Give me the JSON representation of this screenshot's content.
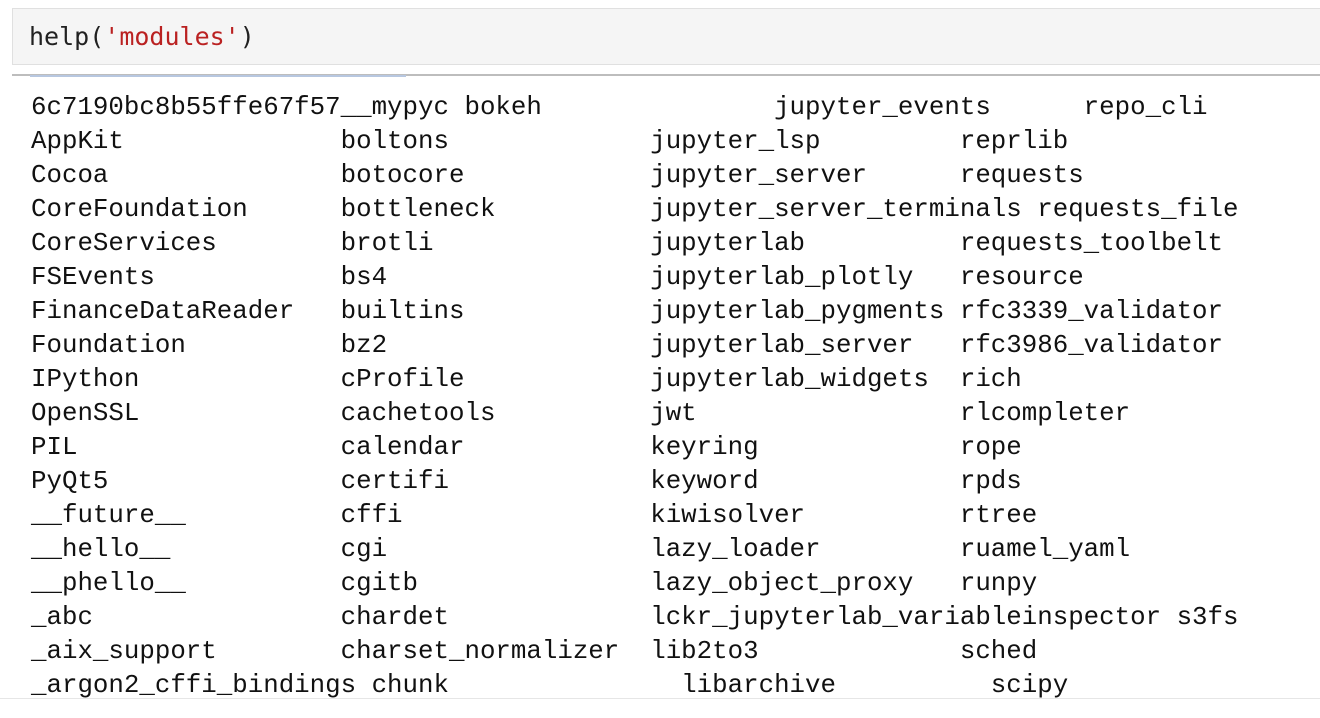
{
  "input": {
    "func": "help(",
    "arg": "'modules'",
    "close": ")"
  },
  "output": {
    "lines": [
      "6c7190bc8b55ffe67f57__mypyc bokeh               jupyter_events      repo_cli",
      "AppKit              boltons             jupyter_lsp         reprlib",
      "Cocoa               botocore            jupyter_server      requests",
      "CoreFoundation      bottleneck          jupyter_server_terminals requests_file",
      "CoreServices        brotli              jupyterlab          requests_toolbelt",
      "FSEvents            bs4                 jupyterlab_plotly   resource",
      "FinanceDataReader   builtins            jupyterlab_pygments rfc3339_validator",
      "Foundation          bz2                 jupyterlab_server   rfc3986_validator",
      "IPython             cProfile            jupyterlab_widgets  rich",
      "OpenSSL             cachetools          jwt                 rlcompleter",
      "PIL                 calendar            keyring             rope",
      "PyQt5               certifi             keyword             rpds",
      "__future__          cffi                kiwisolver          rtree",
      "__hello__           cgi                 lazy_loader         ruamel_yaml",
      "__phello__          cgitb               lazy_object_proxy   runpy",
      "_abc                chardet             lckr_jupyterlab_variableinspector s3fs",
      "_aix_support        charset_normalizer  lib2to3             sched",
      "_argon2_cffi_bindings chunk               libarchive          scipy"
    ]
  }
}
